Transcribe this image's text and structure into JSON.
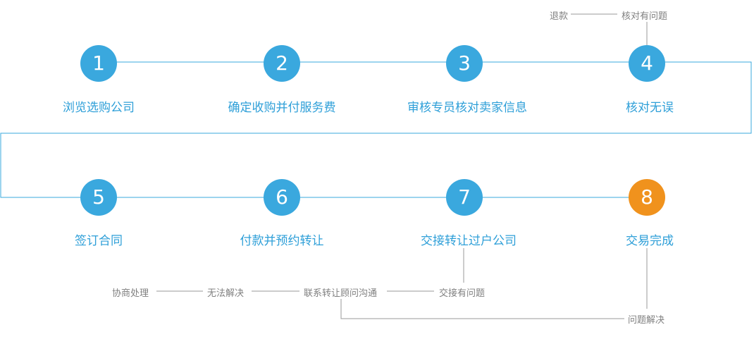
{
  "steps": [
    {
      "num": "1",
      "label": "浏览选购公司"
    },
    {
      "num": "2",
      "label": "确定收购并付服务费"
    },
    {
      "num": "3",
      "label": "审核专员核对卖家信息"
    },
    {
      "num": "4",
      "label": "核对无误"
    },
    {
      "num": "5",
      "label": "签订合同"
    },
    {
      "num": "6",
      "label": "付款并预约转让"
    },
    {
      "num": "7",
      "label": "交接转让过户公司"
    },
    {
      "num": "8",
      "label": "交易完成"
    }
  ],
  "notes": {
    "refund": "退款",
    "check_issue": "核对有问题",
    "negotiate": "协商处理",
    "unresolved": "无法解决",
    "contact_advisor": "联系转让顾问沟通",
    "handover_issue": "交接有问题",
    "issue_solved": "问题解决"
  },
  "colors": {
    "step": "#3aa8de",
    "final_step": "#f0921d",
    "line": "#3aa8de",
    "note_line": "#9a9a9a"
  }
}
